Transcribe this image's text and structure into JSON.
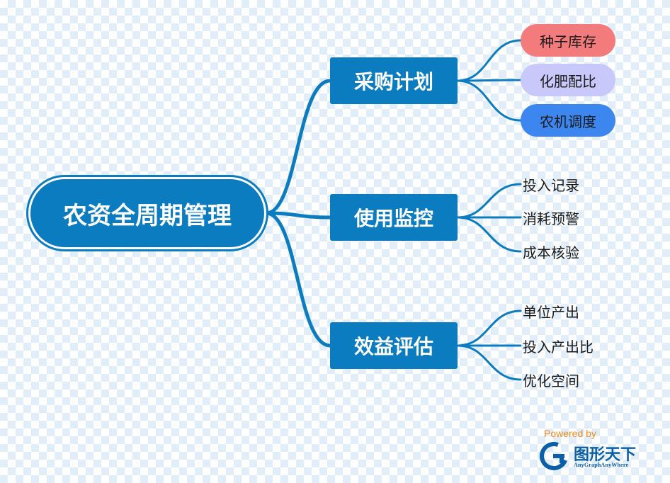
{
  "root": {
    "label": "农资全周期管理"
  },
  "branches": [
    {
      "label": "采购计划",
      "children": [
        {
          "label": "种子库存",
          "fill": "#f47b7b"
        },
        {
          "label": "化肥配比",
          "fill": "#c9c8fb"
        },
        {
          "label": "农机调度",
          "fill": "#3c86ef"
        }
      ]
    },
    {
      "label": "使用监控",
      "children": [
        {
          "label": "投入记录"
        },
        {
          "label": "消耗预警"
        },
        {
          "label": "成本核验"
        }
      ]
    },
    {
      "label": "效益评估",
      "children": [
        {
          "label": "单位产出"
        },
        {
          "label": "投入产出比"
        },
        {
          "label": "优化空间"
        }
      ]
    }
  ],
  "colors": {
    "primary": "#0b7cc0",
    "brand_orange": "#f08a1c",
    "brand_blue": "#0b5fa8"
  },
  "brand": {
    "powered_by": "Powered by",
    "name": "图形天下",
    "tagline": "AnyGraphAnyWhere"
  }
}
